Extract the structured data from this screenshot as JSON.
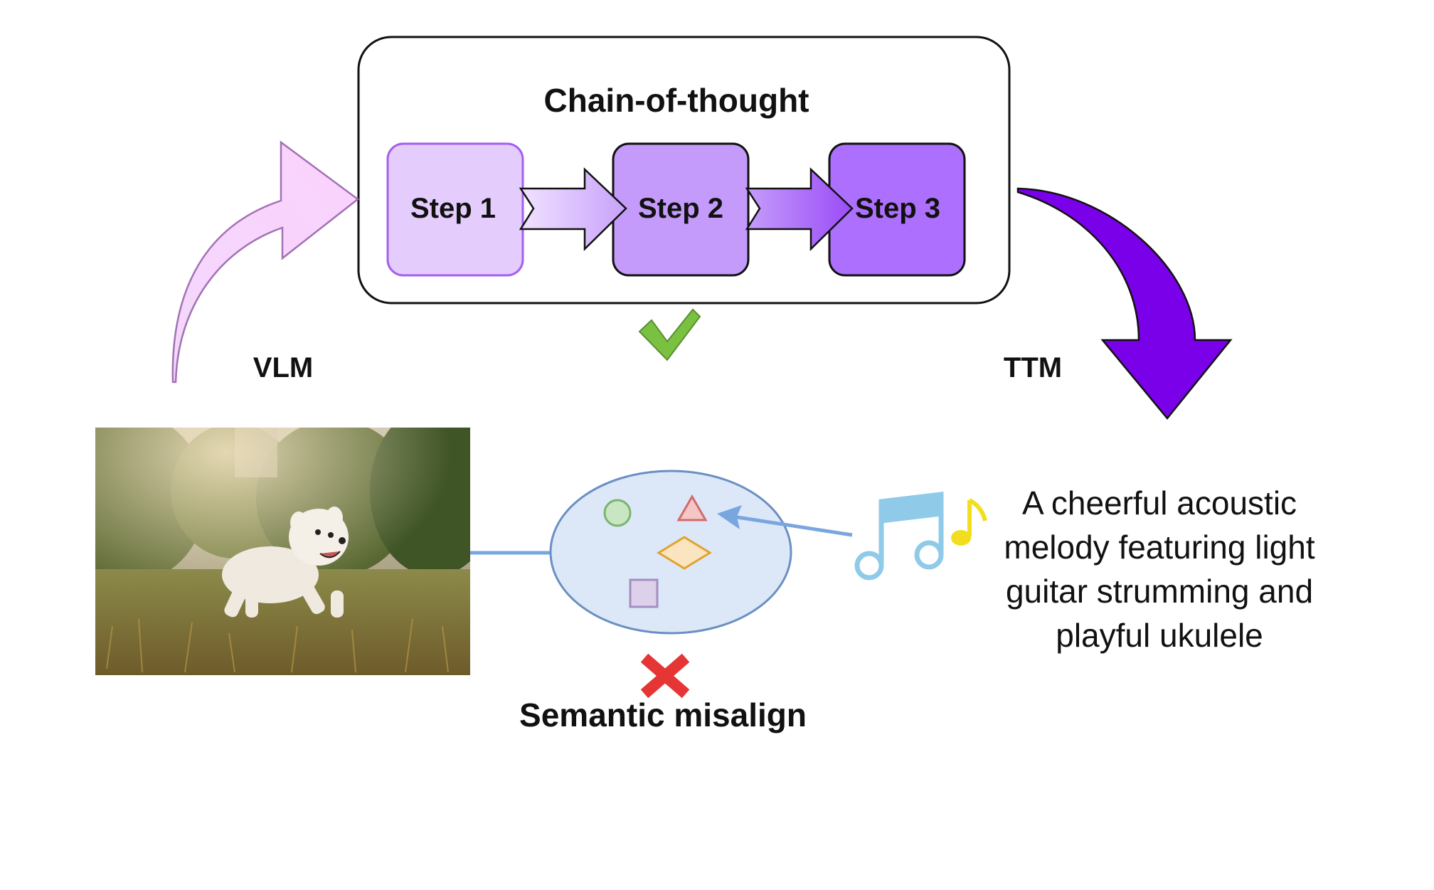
{
  "cot": {
    "title": "Chain-of-thought",
    "steps": [
      {
        "label": "Step 1"
      },
      {
        "label": "Step 2"
      },
      {
        "label": "Step 3"
      }
    ]
  },
  "models": {
    "left": "VLM",
    "right": "TTM"
  },
  "status": {
    "good_icon": "check-mark-icon",
    "bad_icon": "cross-mark-icon",
    "bad_label": "Semantic misalign"
  },
  "music_description": {
    "lines": [
      "A cheerful acoustic",
      "melody featuring light",
      "guitar strumming and",
      "playful ukulele"
    ]
  },
  "icons": {
    "photo": "dog-photo",
    "music": "music-note-icon",
    "space_shapes": [
      "circle-shape",
      "triangle-shape",
      "diamond-shape",
      "square-shape"
    ]
  },
  "colors": {
    "step1": "#e4cdfd",
    "step2": "#c49afb",
    "step3": "#ad6ffd",
    "ttm_arrow": "#7a00ea",
    "vlm_arrow": "#f7cdfc",
    "check": "#7ac142",
    "cross": "#e53535",
    "embedding": "#dce8f8",
    "arrow_blue": "#7aa6e0"
  }
}
